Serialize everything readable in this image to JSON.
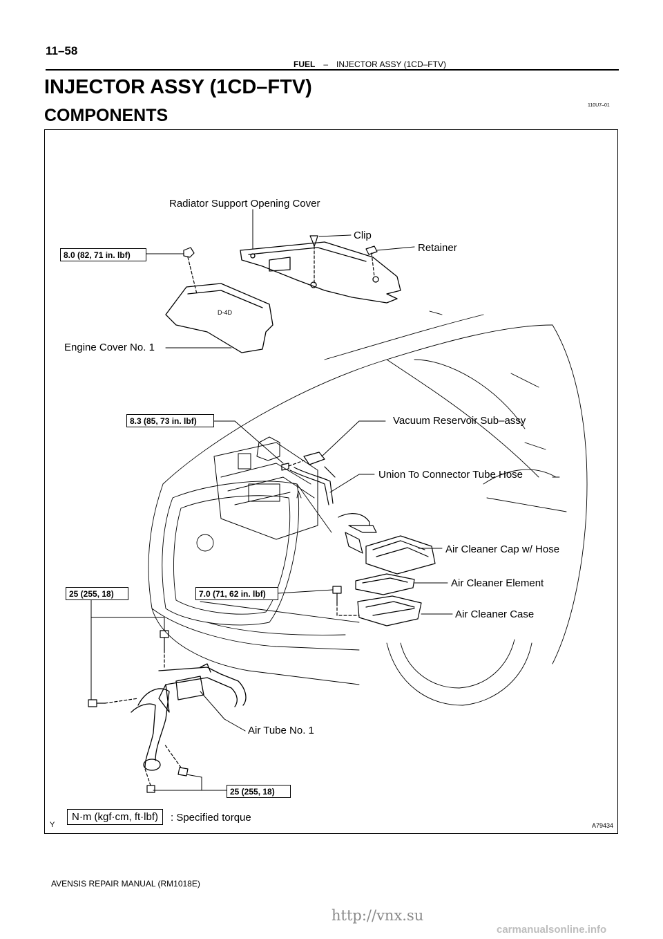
{
  "header": {
    "page_number": "11–58",
    "section": "FUEL",
    "separator": "–",
    "subsection": "INJECTOR ASSY (1CD–FTV)",
    "doc_code": "110U7–01"
  },
  "title": "INJECTOR ASSY (1CD–FTV)",
  "section_heading": "COMPONENTS",
  "diagram": {
    "labels": {
      "radiator_cover": "Radiator Support Opening Cover",
      "clip": "Clip",
      "retainer": "Retainer",
      "engine_cover": "Engine Cover No. 1",
      "vacuum_reservoir": "Vacuum Reservoir Sub–assy",
      "union_hose": "Union To Connector Tube Hose",
      "air_cleaner_cap": "Air Cleaner Cap w/ Hose",
      "air_cleaner_element": "Air Cleaner Element",
      "air_cleaner_case": "Air Cleaner Case",
      "air_tube": "Air Tube No. 1"
    },
    "torques": {
      "engine_cover_nut": "8.0 (82, 71 in. lbf)",
      "vacuum_bolt": "8.3 (85, 73 in. lbf)",
      "air_cleaner_bolt": "7.0 (71, 62 in. lbf)",
      "air_tube_upper": "25 (255, 18)",
      "air_tube_lower": "25 (255, 18)"
    },
    "legend_unit": "N·m (kgf·cm, ft·lbf)",
    "legend_text": ": Specified torque",
    "corner_mark": "Y",
    "figure_id": "A79434"
  },
  "footer": "AVENSIS REPAIR MANUAL   (RM1018E)",
  "watermark": "http://vnx.su",
  "brand": "carmanualsonline.info"
}
